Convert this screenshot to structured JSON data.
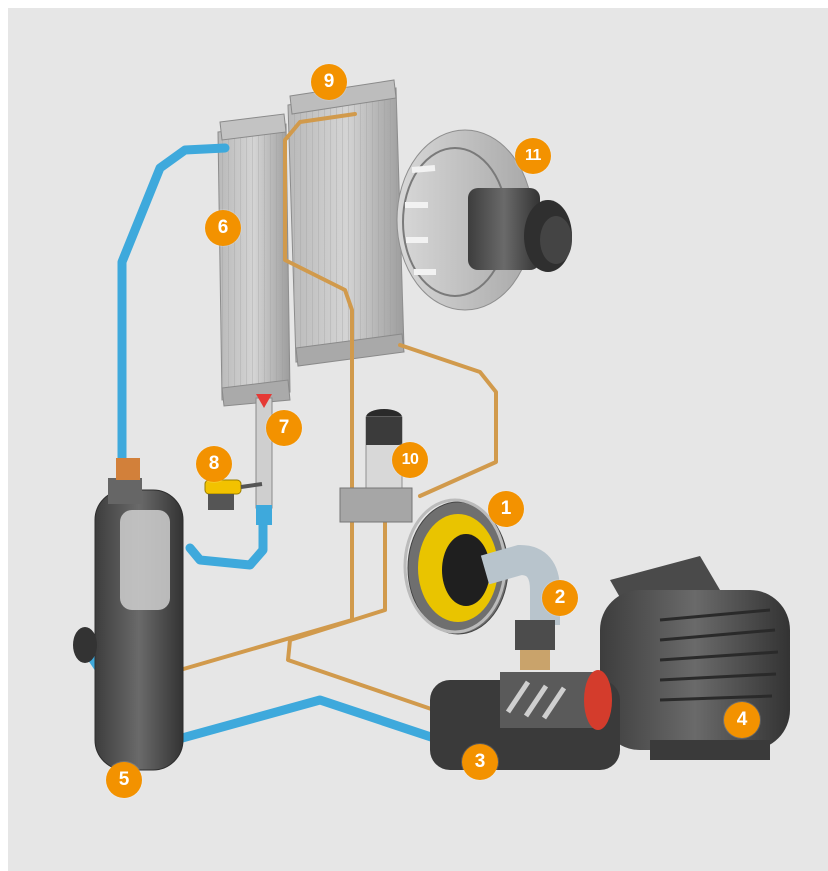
{
  "colors": {
    "background": "#e6e6e6",
    "badge": "#f39200",
    "air_pipe": "#3ea9dc",
    "oil_pipe": "#d19a4c",
    "component_gray": "#5a5a5a"
  },
  "callouts": [
    {
      "id": "1",
      "component": "air-intake-filter"
    },
    {
      "id": "2",
      "component": "intake-valve"
    },
    {
      "id": "3",
      "component": "screw-element"
    },
    {
      "id": "4",
      "component": "electric-motor"
    },
    {
      "id": "5",
      "component": "oil-separator-vessel"
    },
    {
      "id": "6",
      "component": "air-cooler"
    },
    {
      "id": "7",
      "component": "water-separator"
    },
    {
      "id": "8",
      "component": "drain-valve"
    },
    {
      "id": "9",
      "component": "oil-cooler"
    },
    {
      "id": "10",
      "component": "oil-filter"
    },
    {
      "id": "11",
      "component": "cooling-fan"
    }
  ]
}
